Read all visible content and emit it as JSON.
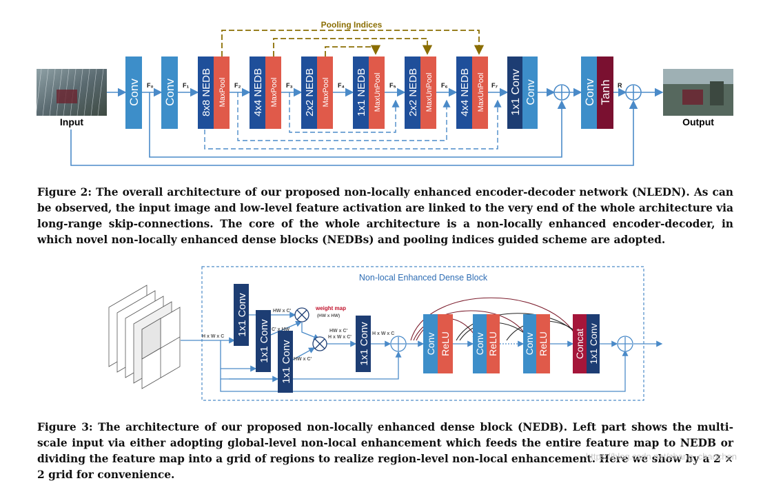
{
  "figure2": {
    "pooling_label": "Pooling Indices",
    "input_label": "Input",
    "output_label": "Output",
    "conv1": "Conv",
    "conv2": "Conv",
    "enc": [
      {
        "nedb": "8x8 NEDB",
        "pool": "MaxPool"
      },
      {
        "nedb": "4x4 NEDB",
        "pool": "MaxPool"
      },
      {
        "nedb": "2x2 NEDB",
        "pool": "MaxPool"
      },
      {
        "nedb": "1x1 NEDB",
        "pool": "MaxUnPool"
      },
      {
        "nedb": "2x2 NEDB",
        "pool": "MaxUnPool"
      },
      {
        "nedb": "4x4 NEDB",
        "pool": "MaxUnPool"
      }
    ],
    "conv1x1_a": "1x1 Conv",
    "conv1x1_b": "Conv",
    "conv3": "Conv",
    "tanh": "Tanh",
    "f_labels": [
      "F₀",
      "F₁",
      "F₂",
      "F₃",
      "F₄",
      "F₅",
      "F₆",
      "F₇"
    ],
    "r_label": "R",
    "caption": "Figure 2: The overall architecture of our proposed non-locally enhanced encoder-decoder network (NLEDN). As can be observed, the input image and low-level feature activation are linked to the very end of the whole architecture via long-range skip-connections. The core of the whole architecture is a non-locally enhanced encoder-decoder, in which novel non-locally enhanced dense blocks (NEDBs) and pooling indices guided scheme are adopted."
  },
  "figure3": {
    "block_title": "Non-local Enhanced Dense Block",
    "conv_a": "1x1 Conv",
    "conv_b": "1x1 Conv",
    "conv_c": "1x1 Conv",
    "conv_d": "1x1 Conv",
    "weight_map": "weight map",
    "weight_map_dim": "(HW x HW)",
    "dims": {
      "hwc_in": "H x W x C",
      "hwc1": "HW x C'",
      "chw": "C' x HW",
      "hwc2": "HW x C'",
      "hwc3": "HW x C'",
      "hwc4": "H x W x C'",
      "hwc_out": "H x W x C"
    },
    "convrelu": [
      {
        "conv": "Conv",
        "relu": "ReLU"
      },
      {
        "conv": "Conv",
        "relu": "ReLU"
      },
      {
        "conv": "Conv",
        "relu": "ReLU"
      }
    ],
    "concat": "Concat",
    "concat_conv": "1x1 Conv",
    "caption": "Figure 3: The architecture of our proposed non-locally enhanced dense block (NEDB). Left part shows the multi-scale input via either adopting global-level non-local enhancement which feeds the entire feature map to NEDB or dividing the feature map into a grid of regions to realize region-level non-local enhancement. Here we show by a 2 × 2 grid for convenience."
  },
  "watermark": "https://blog.csdn.net/zhang_chaochen",
  "colors": {
    "blue": "#3d8ec9",
    "darkblue": "#1d3d73",
    "red": "#e05a4a",
    "darkred": "#7a1030",
    "crimson": "#a5163a",
    "line": "#4a8ac8",
    "olive": "#8a6d00"
  }
}
